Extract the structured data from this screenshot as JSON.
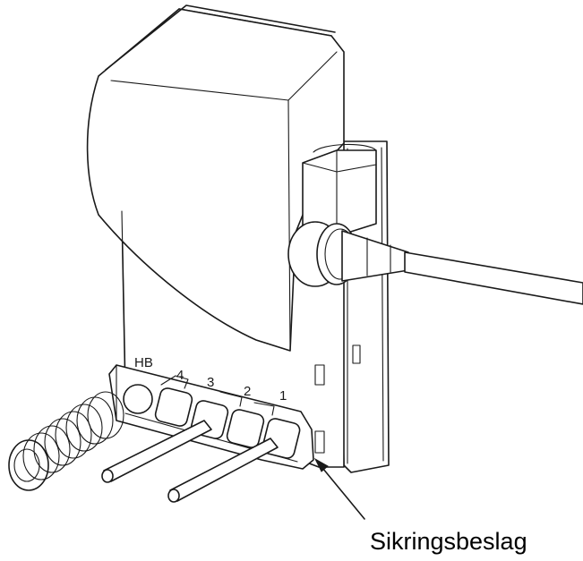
{
  "diagram": {
    "slot_labels": {
      "hb": "HB",
      "s4": "4",
      "s3": "3",
      "s2": "2",
      "s1": "1"
    },
    "callout_label": "Sikringsbeslag"
  }
}
